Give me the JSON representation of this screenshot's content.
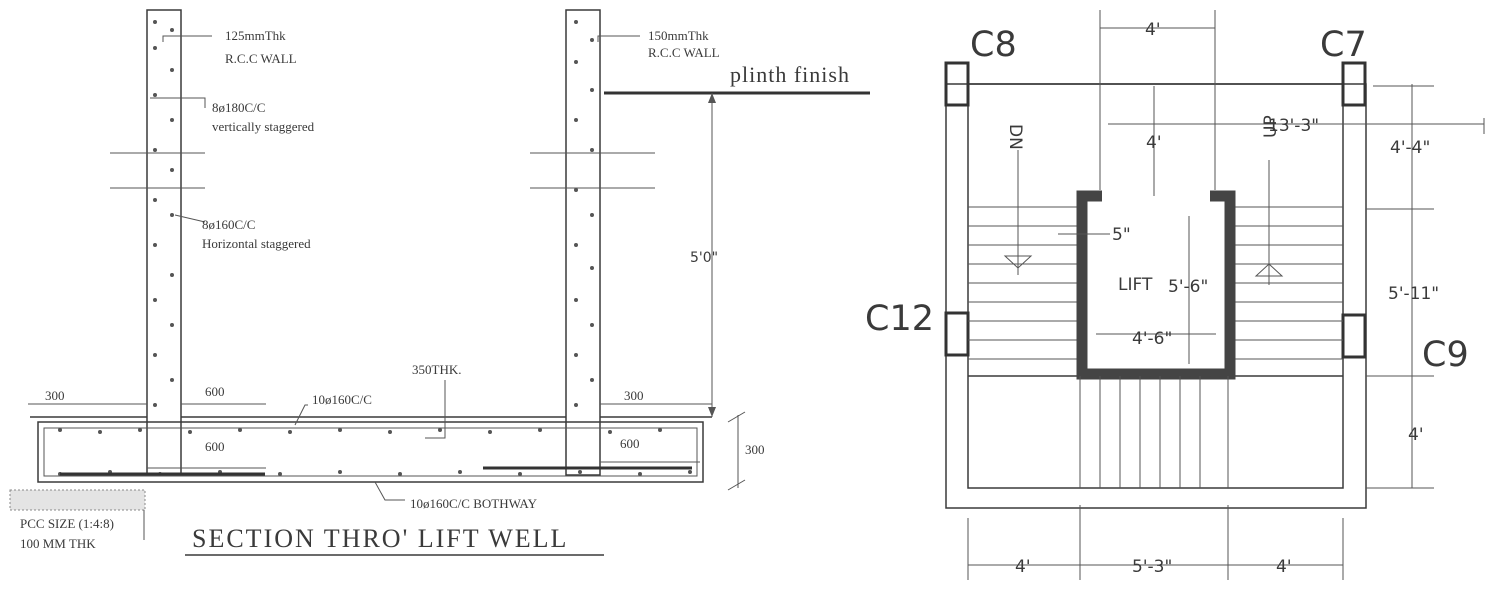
{
  "section": {
    "wall_left_label": "125mmThk",
    "wall_left_sub": "R.C.C WALL",
    "wall_right_label": "150mmThk",
    "wall_right_sub": "R.C.C WALL",
    "plinth": "plinth finish",
    "vert_bars": "8ø180C/C",
    "vert_note": "vertically staggered",
    "horiz_bars": "8ø160C/C",
    "horiz_note": "Horizontal staggered",
    "height_dim": "5'0\"",
    "dim_300_left": "300",
    "dim_600_a": "600",
    "bottom_bars": "10ø160C/C",
    "slab_thk": "350THK.",
    "dim_300_right": "300",
    "dim_600_b": "600",
    "dim_600_c": "600",
    "dim_300_side": "300",
    "bothway": "10ø160C/C BOTHWAY",
    "pcc_size": "PCC SIZE (1:4:8)",
    "pcc_thk": "100 MM THK",
    "title": "SECTION THRO' LIFT WELL"
  },
  "plan": {
    "col_c8": "C8",
    "col_c7": "C7",
    "col_c12": "C12",
    "col_c9": "C9",
    "dim_top": "4'",
    "dim_overall": "13'-3\"",
    "dim_gap": "4'",
    "dim_right_top": "4'-4\"",
    "dim_right_mid": "5'-11\"",
    "dim_right_bot": "4'",
    "dn": "DN",
    "up": "UP",
    "dim_5in": "5\"",
    "lift": "LIFT",
    "lift_depth": "5'-6\"",
    "lift_width": "4'-6\"",
    "dim_bot_left": "4'",
    "dim_bot_mid": "5'-3\"",
    "dim_bot_right": "4'"
  }
}
